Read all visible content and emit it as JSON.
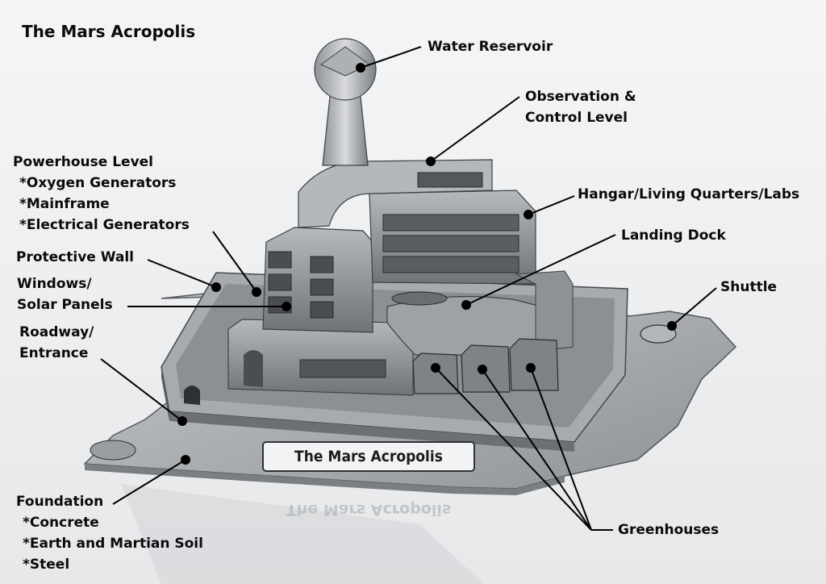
{
  "title": "The Mars Acropolis",
  "plaque": "The Mars Acropolis",
  "labels": {
    "water_reservoir": "Water Reservoir",
    "observation": [
      "Observation &",
      "Control Level"
    ],
    "powerhouse": [
      "Powerhouse Level",
      "*Oxygen Generators",
      "*Mainframe",
      "*Electrical Generators"
    ],
    "hangar": "Hangar/Living Quarters/Labs",
    "landing_dock": "Landing Dock",
    "protective_wall": "Protective Wall",
    "windows": [
      "Windows/",
      "Solar Panels"
    ],
    "shuttle": "Shuttle",
    "roadway": [
      "Roadway/",
      "Entrance"
    ],
    "foundation": [
      "Foundation",
      "*Concrete",
      "*Earth and Martian Soil",
      "*Steel"
    ],
    "greenhouses": "Greenhouses"
  },
  "colors": {
    "model_light": "#d4d6d8",
    "model_mid": "#9fa2a6",
    "model_dark": "#55585c",
    "leader_line": "#000000"
  }
}
